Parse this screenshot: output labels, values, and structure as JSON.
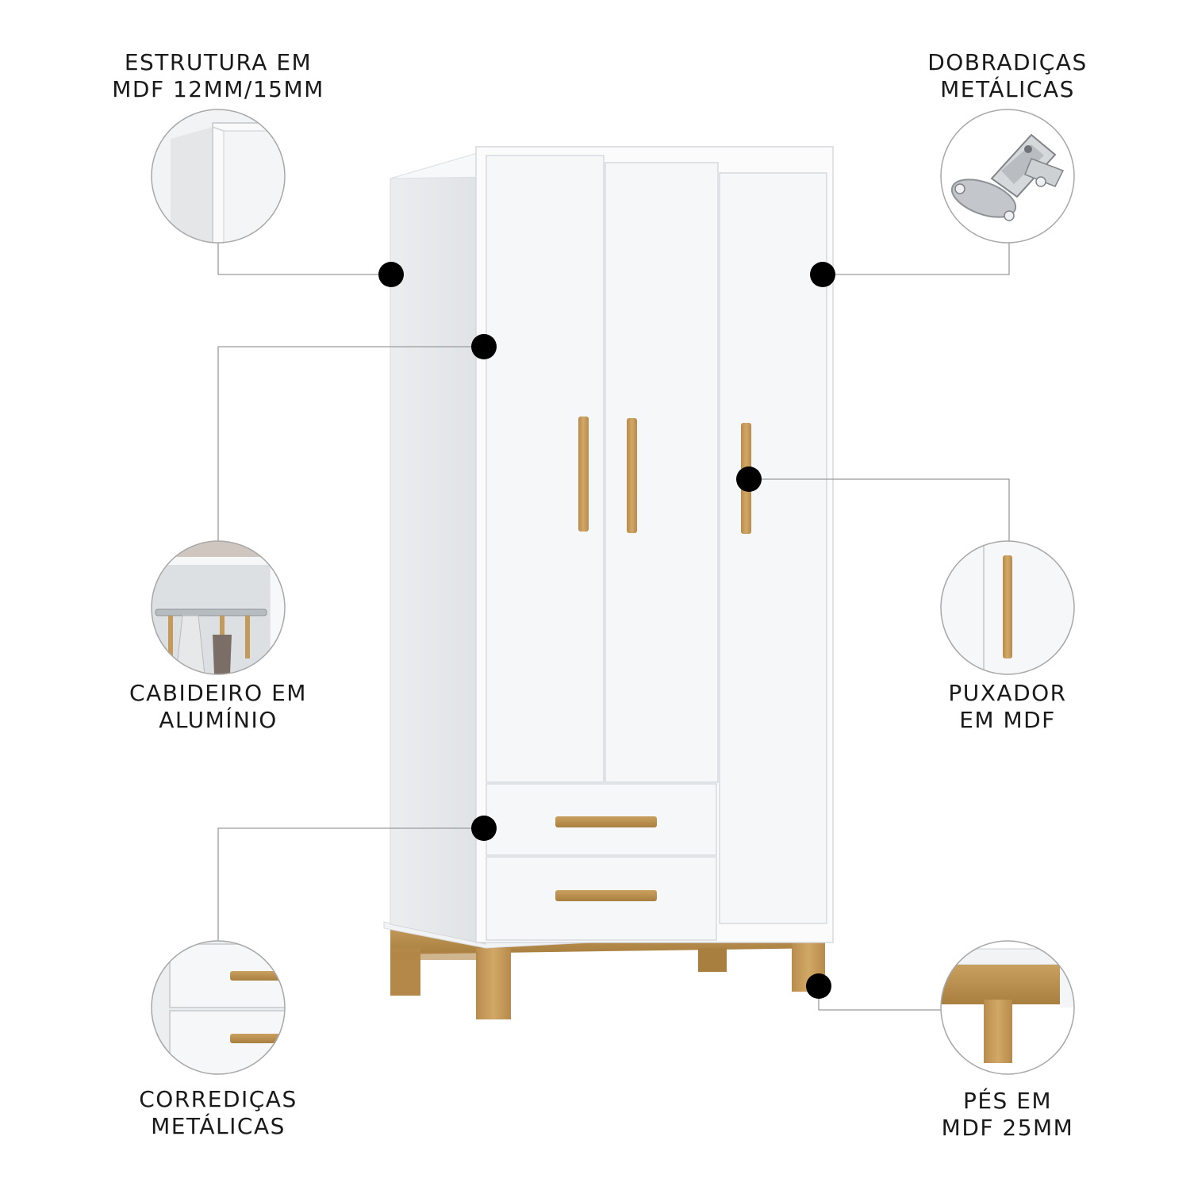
{
  "features": {
    "estrutura": {
      "line1": "ESTRUTURA EM",
      "line2": "MDF 12MM/15MM",
      "icon": "mdf-edge-icon"
    },
    "dobradicas": {
      "line1": "DOBRADIÇAS",
      "line2": "METÁLICAS",
      "icon": "hinge-icon"
    },
    "cabideiro": {
      "line1": "CABIDEIRO EM",
      "line2": "ALUMÍNIO",
      "icon": "hanger-rail-icon"
    },
    "puxador": {
      "line1": "PUXADOR",
      "line2": "EM MDF",
      "icon": "handle-icon"
    },
    "corredicas": {
      "line1": "CORREDIÇAS",
      "line2": "METÁLICAS",
      "icon": "drawer-slide-icon"
    },
    "pes": {
      "line1": "PÉS EM",
      "line2": "MDF 25MM",
      "icon": "wooden-leg-icon"
    }
  },
  "colors": {
    "cabinet_white": "#f4f5f6",
    "wood": "#c49a5a",
    "wood_dark": "#a97f40",
    "marker": "#000000",
    "leader_line": "#9a9a9a"
  }
}
